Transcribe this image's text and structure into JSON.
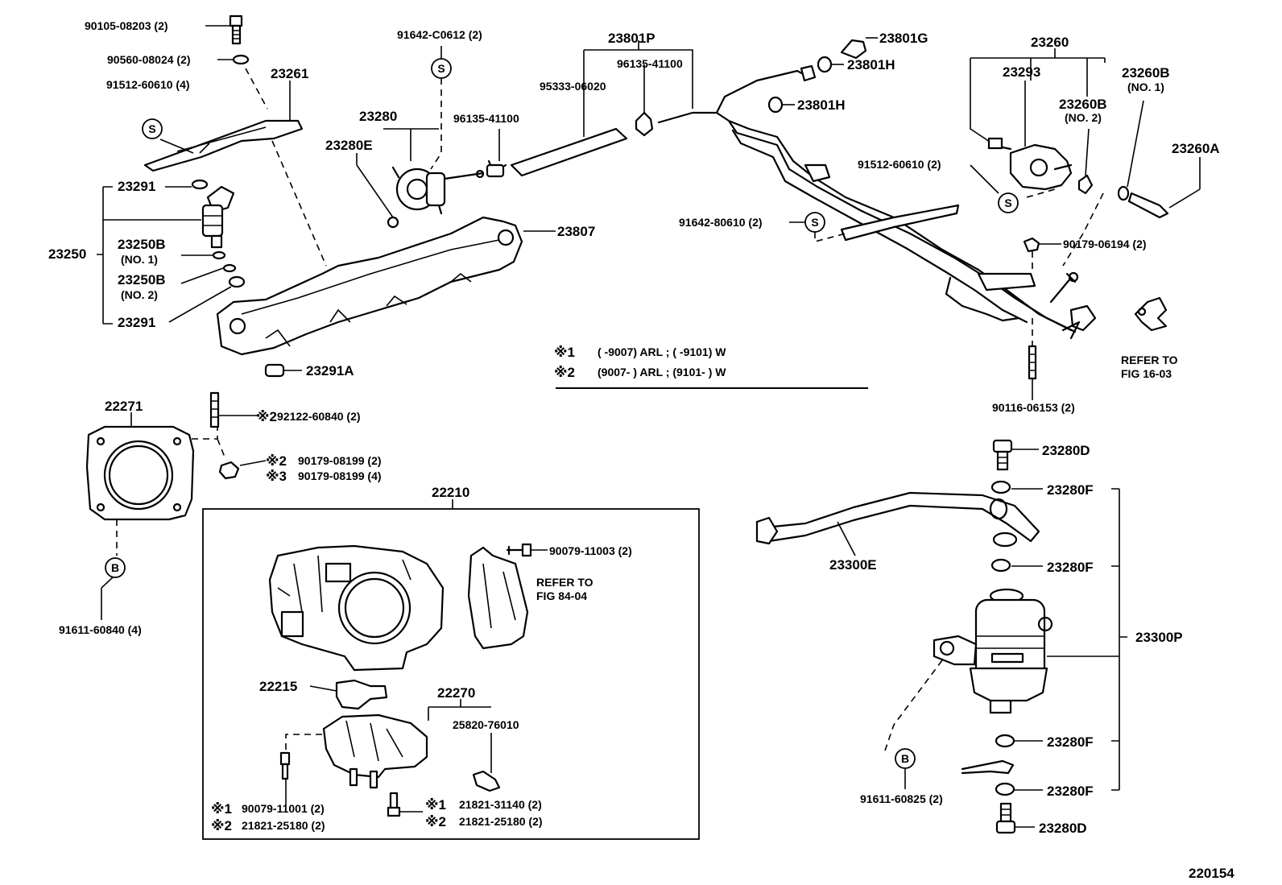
{
  "diagram_id": "220154",
  "labels": {
    "p90105": "90105-08203 (2)",
    "p90560": "90560-08024 (2)",
    "p91512a": "91512-60610 (4)",
    "p23261": "23261",
    "p23291a": "23291",
    "p23250": "23250",
    "p23250b1": "23250B",
    "no1a": "(NO. 1)",
    "p23250b2": "23250B",
    "no2a": "(NO. 2)",
    "p23291b": "23291",
    "p23291A": "23291A",
    "p91642c": "91642-C0612 (2)",
    "p23280": "23280",
    "p23280E": "23280E",
    "p96135a": "96135-41100",
    "p23801P": "23801P",
    "p96135b": "96135-41100",
    "p95333": "95333-06020",
    "p23807": "23807",
    "p23801G": "23801G",
    "p23801H1": "23801H",
    "p23801H2": "23801H",
    "p23260": "23260",
    "p23293": "23293",
    "p23260B1": "23260B",
    "no1b": "(NO. 1)",
    "p23260B2": "23260B",
    "no2b": "(NO. 2)",
    "p23260A": "23260A",
    "p91512b": "91512-60610 (2)",
    "p91642b": "91642-80610 (2)",
    "p90179a": "90179-06194 (2)",
    "refer1a": "REFER TO",
    "refer1b": "FIG 16-03",
    "p90116": "90116-06153 (2)",
    "note1_mark": "※1",
    "note1_text": "(      -9007) ARL ; (      -9101) W",
    "note2_mark": "※2",
    "note2_text": "(9007-      ) ARL ; (9101-      ) W",
    "p22271": "22271",
    "m2a": "※2",
    "p92122": "92122-60840 (2)",
    "m2b": "※2",
    "p90179b": "90179-08199 (2)",
    "m3": "※3",
    "p90179c": "90179-08199 (4)",
    "p91611a": "91611-60840 (4)",
    "p22210": "22210",
    "p90079a": "90079-11003 (2)",
    "refer2a": "REFER TO",
    "refer2b": "FIG 84-04",
    "p22215": "22215",
    "p22270": "22270",
    "p25820": "25820-76010",
    "m1a": "※1",
    "p90079b": "90079-11001 (2)",
    "m2c": "※2",
    "p21821a": "21821-25180 (2)",
    "m1b": "※1",
    "p21821b": "21821-31140 (2)",
    "m2d": "※2",
    "p21821c": "21821-25180 (2)",
    "p23280D1": "23280D",
    "p23280F1": "23280F",
    "p23300E": "23300E",
    "p23280F2": "23280F",
    "p23300P": "23300P",
    "p23280F3": "23280F",
    "p91611b": "91611-60825 (2)",
    "p23280F4": "23280F",
    "p23280D2": "23280D",
    "sym_s": "S",
    "sym_b": "B"
  }
}
